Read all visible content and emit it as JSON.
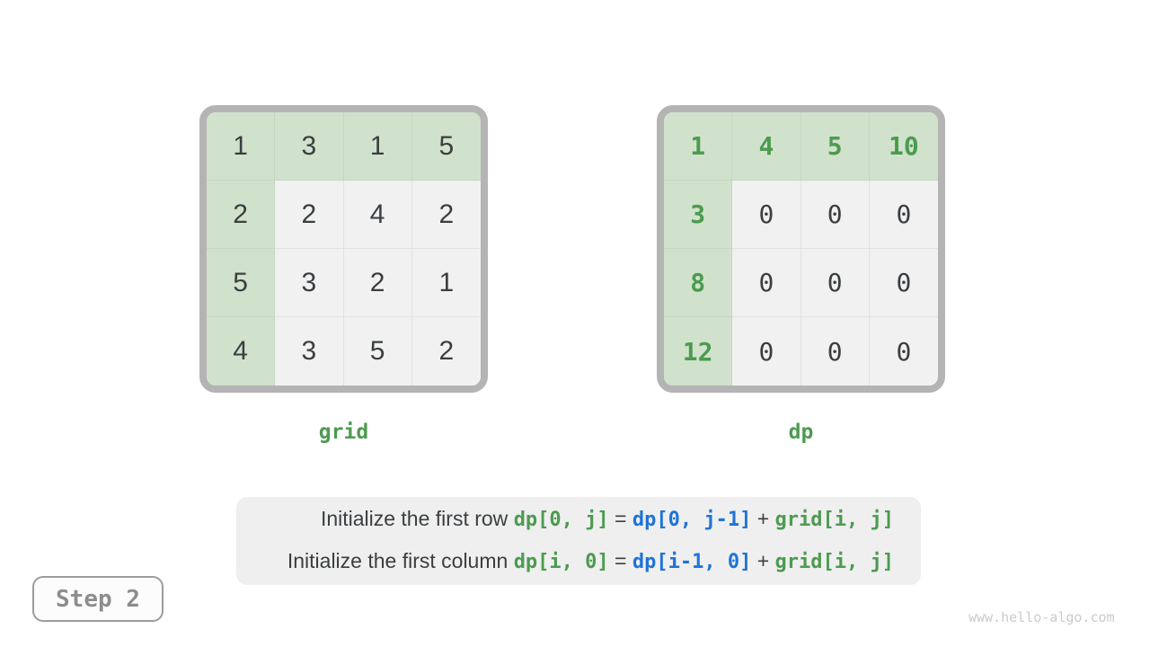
{
  "grids": [
    {
      "id": "grid",
      "label": "grid",
      "number_style": "sans-dark",
      "values": [
        [
          "1",
          "3",
          "1",
          "5"
        ],
        [
          "2",
          "2",
          "4",
          "2"
        ],
        [
          "5",
          "3",
          "2",
          "1"
        ],
        [
          "4",
          "3",
          "5",
          "2"
        ]
      ]
    },
    {
      "id": "dp",
      "label": "dp",
      "number_style": "mono-header-green",
      "values": [
        [
          "1",
          "4",
          "5",
          "10"
        ],
        [
          "3",
          "0",
          "0",
          "0"
        ],
        [
          "8",
          "0",
          "0",
          "0"
        ],
        [
          "12",
          "0",
          "0",
          "0"
        ]
      ]
    }
  ],
  "formula": {
    "lines": [
      {
        "segments": [
          {
            "text": "Initialize the first row ",
            "style": "plain"
          },
          {
            "text": "dp[0, j]",
            "style": "green"
          },
          {
            "text": " = ",
            "style": "plain"
          },
          {
            "text": "dp[0, j-1]",
            "style": "blue"
          },
          {
            "text": " + ",
            "style": "plain"
          },
          {
            "text": "grid[i, j]",
            "style": "green"
          }
        ]
      },
      {
        "segments": [
          {
            "text": "Initialize the first column ",
            "style": "plain"
          },
          {
            "text": "dp[i, 0]",
            "style": "green"
          },
          {
            "text": " = ",
            "style": "plain"
          },
          {
            "text": "dp[i-1, 0]",
            "style": "blue"
          },
          {
            "text": " + ",
            "style": "plain"
          },
          {
            "text": "grid[i, j]",
            "style": "green"
          }
        ]
      }
    ]
  },
  "step_badge": {
    "label": "Step 2"
  },
  "watermark": {
    "text": "www.hello-algo.com"
  },
  "colors": {
    "cell_green_bg": "#d1e2cc",
    "cell_gray_bg": "#f1f1f1",
    "grid_frame": "#b4b4b4",
    "text_dark": "#3b3e40",
    "text_green": "#4c9b50",
    "text_blue": "#1e74d6",
    "formula_bg": "#efefef",
    "step_gray": "#8d8d8d",
    "step_border": "#9c9c9c",
    "watermark_gray": "#c9cbcc"
  }
}
